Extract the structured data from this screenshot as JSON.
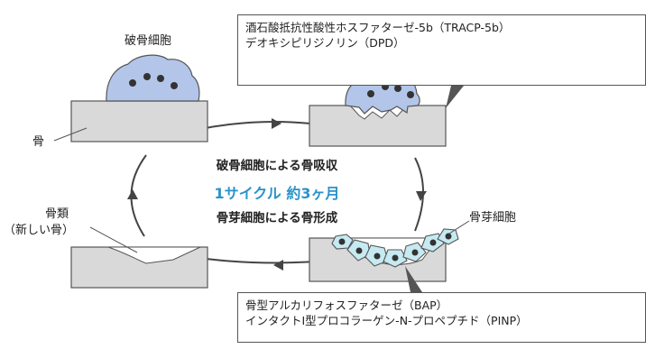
{
  "labels": {
    "osteoclast": "破骨細胞",
    "bone": "骨",
    "osteoid_line1": "骨類",
    "osteoid_line2": "（新しい骨）",
    "osteoblast": "骨芽細胞"
  },
  "center": {
    "resorption": "破骨細胞による骨吸収",
    "cycle": "1サイクル 約3ヶ月",
    "formation": "骨芽細胞による骨形成"
  },
  "callouts": {
    "resorption_markers": [
      "酒石酸抵抗性酸性ホスファターゼ-5b（TRACP-5b）",
      "デオキシピリジノリン（DPD）"
    ],
    "formation_markers": [
      "骨型アルカリフォスファターゼ（BAP）",
      "インタクトI型プロコラーゲン-N-プロペプチド（PINP）"
    ]
  },
  "colors": {
    "bone": "#d9d9d9",
    "osteoclast": "#b3c5e8",
    "osteoblast": "#c6eaf2",
    "accent": "#2a93c9",
    "outline": "#555555"
  }
}
